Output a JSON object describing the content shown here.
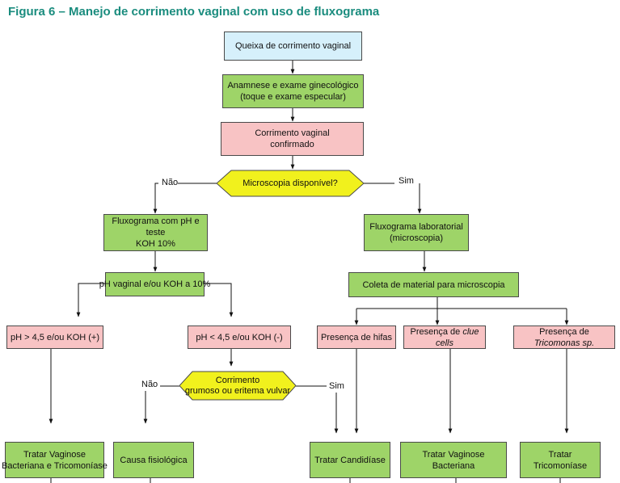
{
  "title": "Figura 6 – Manejo de corrimento vaginal com uso de fluxograma",
  "colors": {
    "title": "#1a8c7e",
    "blue": "#d6f0fb",
    "green": "#9ed468",
    "pink": "#f8c3c4",
    "yellow": "#f1f11d"
  },
  "nodes": {
    "queixa": "Queixa de corrimento vaginal",
    "anamnese_1": "Anamnese e exame ginecológico",
    "anamnese_2": "(toque e exame especular)",
    "confirmado_1": "Corrimento vaginal",
    "confirmado_2": "confirmado",
    "microscopia": "Microscopia disponível?",
    "nao_label": "Não",
    "sim_label": "Sim",
    "flux_ph_1": "Fluxograma com pH e teste",
    "flux_ph_2": "KOH 10%",
    "flux_lab_1": "Fluxograma laboratorial",
    "flux_lab_2": "(microscopia)",
    "ph_vaginal": "pH vaginal e/ou KOH a 10%",
    "coleta": "Coleta de material para microscopia",
    "ph_maior": "pH > 4,5 e/ou KOH (+)",
    "ph_menor": "pH < 4,5 e/ou KOH (-)",
    "hifas": "Presença de hifas",
    "clue_prefix": "Presença de ",
    "clue_italic": "clue cells",
    "trico_prefix": "Presença de ",
    "trico_italic": "Tricomonas sp.",
    "grumoso_1": "Corrimento",
    "grumoso_2": "grumoso ou eritema vulvar",
    "nao_label2": "Não",
    "sim_label2": "Sim",
    "tratar_vb_tri_1": "Tratar Vaginose",
    "tratar_vb_tri_2": "Bacteriana e Tricomoníase",
    "causa": "Causa fisiológica",
    "tratar_cand": "Tratar Candidíase",
    "tratar_vb": "Tratar Vaginose Bacteriana",
    "tratar_trico": "Tratar Tricomoníase"
  }
}
